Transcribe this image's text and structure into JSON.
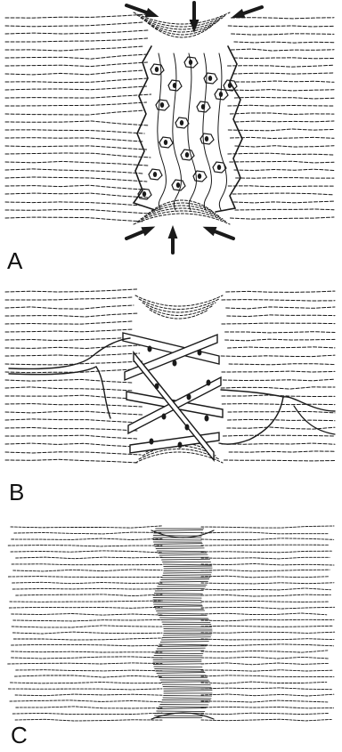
{
  "figure": {
    "panels": [
      {
        "id": "a",
        "label": "A"
      },
      {
        "id": "b",
        "label": "B"
      },
      {
        "id": "c",
        "label": "C"
      }
    ],
    "ink_color": "#1a1a1a"
  }
}
